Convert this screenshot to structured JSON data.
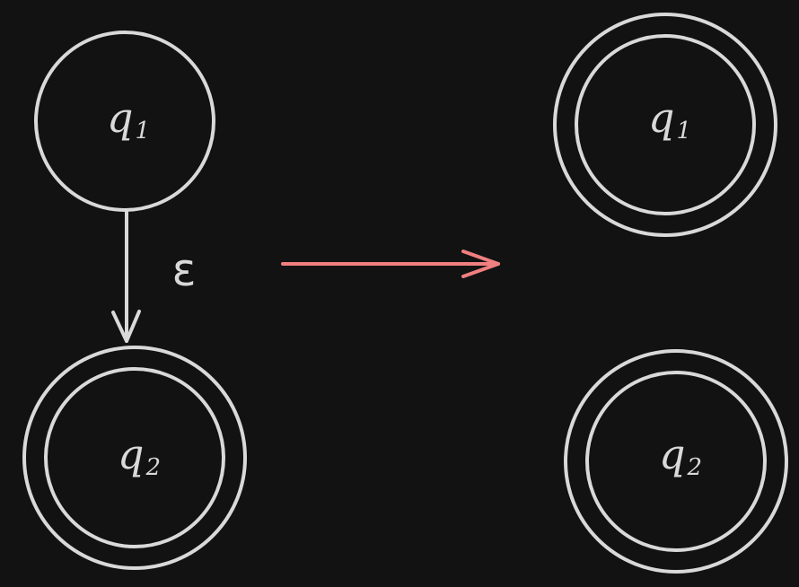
{
  "colors": {
    "background": "#121212",
    "stroke": "#d9d9d9",
    "transform_arrow": "#f07f80"
  },
  "before": {
    "states": [
      {
        "id": "q1",
        "label_base": "q",
        "label_sub": "1",
        "accepting": false
      },
      {
        "id": "q2",
        "label_base": "q",
        "label_sub": "2",
        "accepting": true
      }
    ],
    "transitions": [
      {
        "from": "q1",
        "to": "q2",
        "label": "ε"
      }
    ]
  },
  "after": {
    "states": [
      {
        "id": "q1",
        "label_base": "q",
        "label_sub": "1",
        "accepting": true
      },
      {
        "id": "q2",
        "label_base": "q",
        "label_sub": "2",
        "accepting": true
      }
    ]
  }
}
